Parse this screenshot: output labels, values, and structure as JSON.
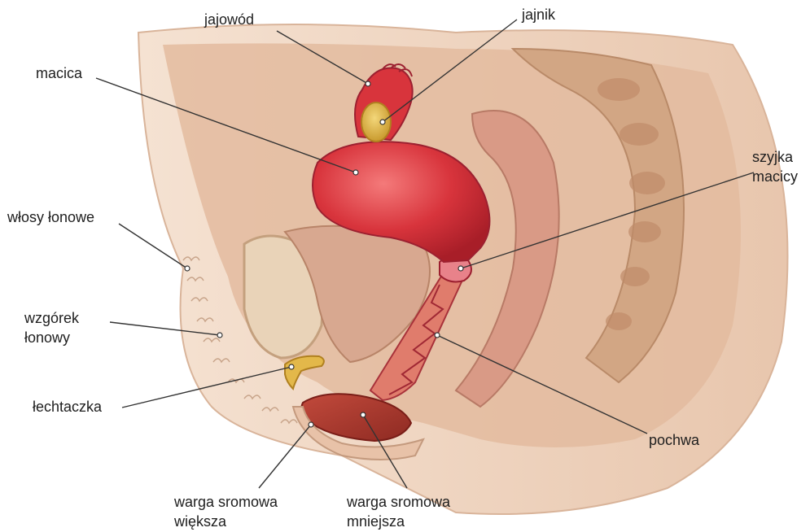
{
  "labels": {
    "fallopian_tube": "jajowód",
    "ovary": "jajnik",
    "uterus": "macica",
    "cervix_line1": "szyjka",
    "cervix_line2": "macicy",
    "pubic_hair": "włosy łonowe",
    "mons_line1": "wzgórek",
    "mons_line2": "łonowy",
    "clitoris": "łechtaczka",
    "vagina": "pochwa",
    "labia_majora_line1": "warga sromowa",
    "labia_majora_line2": "większa",
    "labia_minora_line1": "warga sromowa",
    "labia_minora_line2": "mniejsza"
  },
  "colors": {
    "skin": "#efd8c4",
    "tissue": "#d9a98a",
    "bone": "#c99878",
    "organ_red": "#d8343c",
    "organ_highlight": "#f26a6a",
    "ovary_yellow": "#e3b84a",
    "leader_line": "#333333"
  }
}
